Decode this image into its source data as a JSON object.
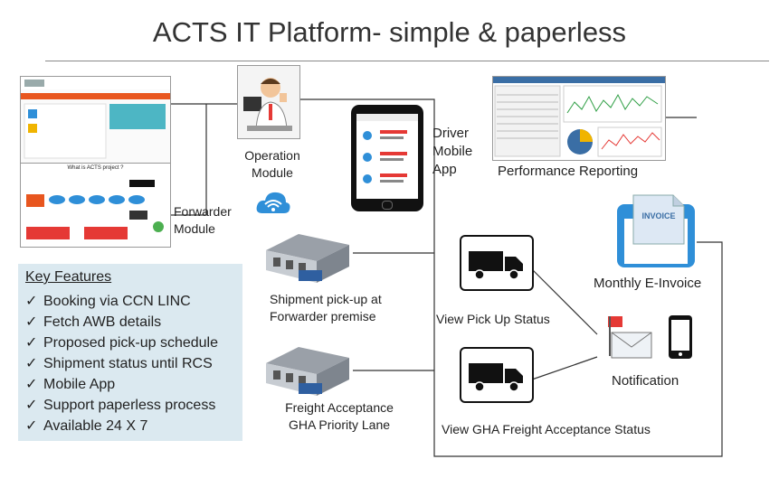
{
  "title": "ACTS IT Platform- simple & paperless",
  "modules": {
    "forwarder": "Forwarder\nModule",
    "operation": "Operation\nModule",
    "driver": "Driver\nMobile\nApp",
    "performance": "Performance Reporting",
    "invoice": "Monthly E-Invoice",
    "notification": "Notification"
  },
  "forwarder_screen": {
    "heading": "What is ACTS project ?"
  },
  "invoice_doc_label": "INVOICE",
  "shipment": {
    "pickup": "Shipment pick-up at\nForwarder premise",
    "acceptance": "Freight Acceptance\nGHA Priority Lane"
  },
  "status": {
    "pickup": "View Pick Up Status",
    "gha": "View GHA Freight Acceptance Status"
  },
  "key_features": {
    "title": "Key Features",
    "items": [
      "Booking via CCN LINC",
      "Fetch AWB details",
      "Proposed pick-up schedule",
      "Shipment status until RCS",
      "Mobile App",
      "Support paperless process",
      "Available 24 X 7"
    ]
  },
  "colors": {
    "orange": "#e8561f",
    "blue": "#2f8fd8",
    "panel_bg": "#dbe9f0"
  }
}
